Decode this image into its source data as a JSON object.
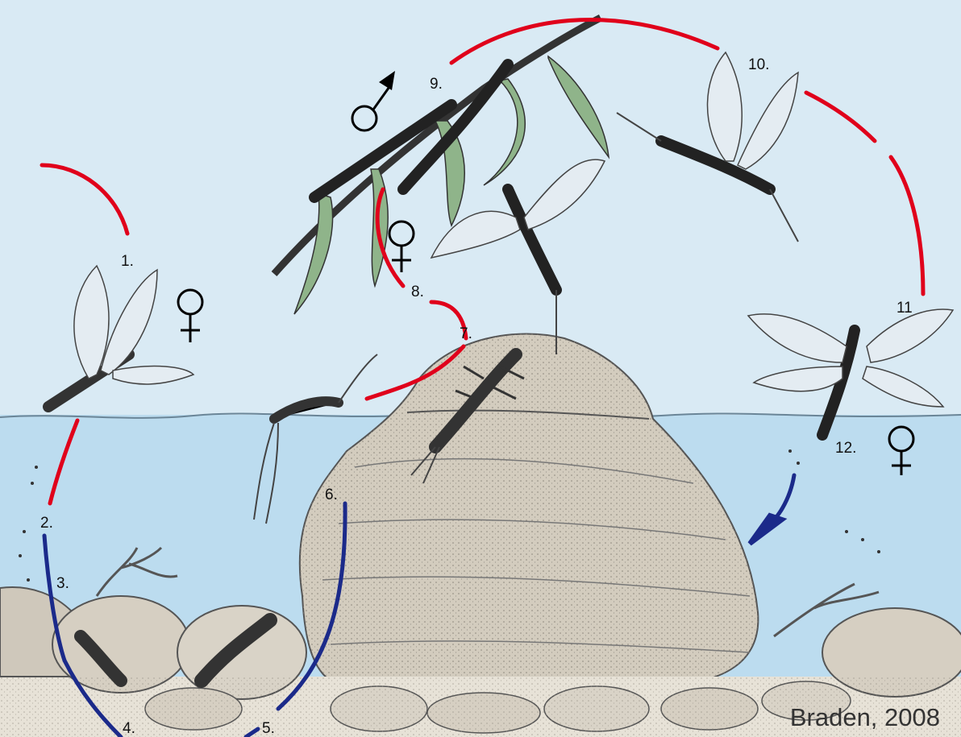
{
  "stages": [
    {
      "id": "1",
      "label": "1."
    },
    {
      "id": "2",
      "label": "2."
    },
    {
      "id": "3",
      "label": "3."
    },
    {
      "id": "4",
      "label": "4."
    },
    {
      "id": "5",
      "label": "5."
    },
    {
      "id": "6",
      "label": "6."
    },
    {
      "id": "7",
      "label": "7."
    },
    {
      "id": "8",
      "label": "8."
    },
    {
      "id": "9",
      "label": "9."
    },
    {
      "id": "10",
      "label": "10."
    },
    {
      "id": "11",
      "label": "11"
    },
    {
      "id": "12",
      "label": "12."
    }
  ],
  "sex_symbols": {
    "female": "female",
    "male": "male"
  },
  "credit": "Braden, 2008",
  "colors": {
    "sky": "#d9eaf4",
    "water": "#bcdcef",
    "terrestrial_path": "#e0001b",
    "aquatic_path": "#1b2a8a",
    "rock": "#d8d2c6",
    "leaf": "#8fb48a",
    "insect": "#2a2a2a"
  },
  "icons": [
    "female-symbol",
    "male-symbol",
    "insect-illustration",
    "rock",
    "leaf-branch",
    "down-arrow"
  ]
}
